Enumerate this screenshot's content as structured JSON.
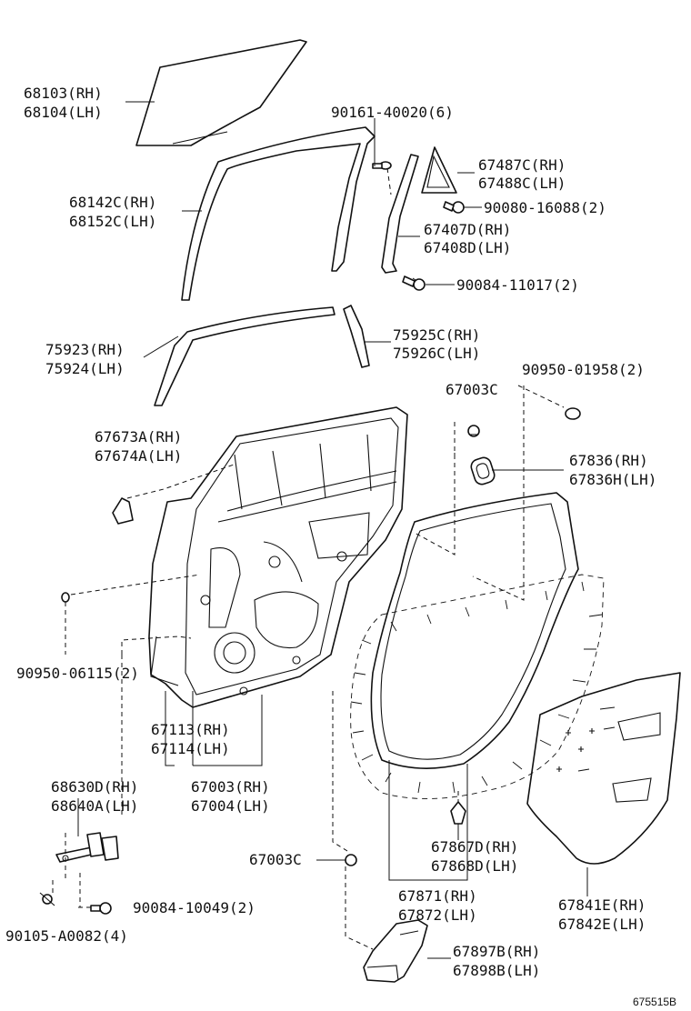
{
  "labels": {
    "p68103": "68103(RH)",
    "p68104": "68104(LH)",
    "p90161": "90161-40020(6)",
    "p67487c": "67487C(RH)",
    "p67488c": "67488C(LH)",
    "p68142c": "68142C(RH)",
    "p68152c": "68152C(LH)",
    "p90080": "90080-16088(2)",
    "p67407d": "67407D(RH)",
    "p67408d": "67408D(LH)",
    "p90084a": "90084-11017(2)",
    "p75923": "75923(RH)",
    "p75924": "75924(LH)",
    "p75925c": "75925C(RH)",
    "p75926c": "75926C(LH)",
    "p90950a": "90950-01958(2)",
    "p67003c_top": "67003C",
    "p67673a": "67673A(RH)",
    "p67674a": "67674A(LH)",
    "p67836": "67836(RH)",
    "p67836h": "67836H(LH)",
    "p90950b": "90950-06115(2)",
    "p67113": "67113(RH)",
    "p67114": "67114(LH)",
    "p67003": "67003(RH)",
    "p67004": "67004(LH)",
    "p68630d": "68630D(RH)",
    "p68640a": "68640A(LH)",
    "p67003c_bot": "67003C",
    "p67867d": "67867D(RH)",
    "p67868d": "67868D(LH)",
    "p90084b": "90084-10049(2)",
    "p67871": "67871(RH)",
    "p67872": "67872(LH)",
    "p67841e": "67841E(RH)",
    "p67842e": "67842E(LH)",
    "p90105": "90105-A0082(4)",
    "p67897b": "67897B(RH)",
    "p67898b": "67898B(LH)",
    "diagram_code": "675515B"
  }
}
